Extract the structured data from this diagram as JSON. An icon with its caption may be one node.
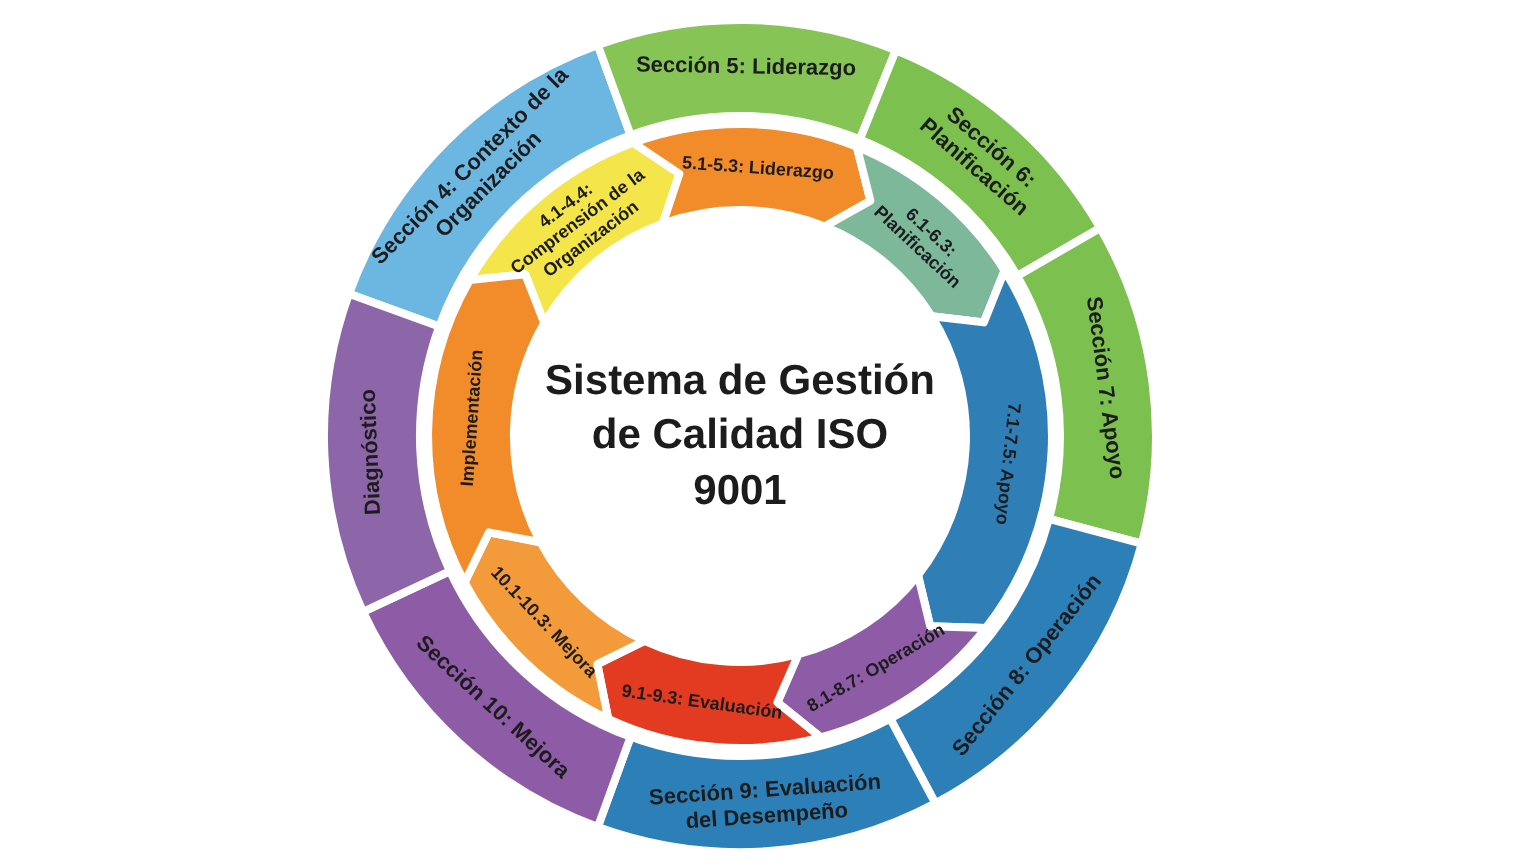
{
  "diagram": {
    "nodes": [
      {
        "text": [
          "Sección 4: Contexto de la Organización"
        ]
      },
      {
        "text": [
          "Sección 5: Liderazgo"
        ]
      },
      {
        "text": [
          "Sección 6: Planificación"
        ]
      },
      {
        "text": [
          "Sección 7: Apoyo"
        ]
      },
      {
        "text": [
          "Sección 8: Operación"
        ]
      },
      {
        "text": [
          "Sección 9: Evaluación del Desempeño"
        ]
      },
      {
        "text": [
          "Sección 10: Mejora"
        ]
      },
      {
        "text": [
          "Diagnóstico"
        ]
      },
      {
        "text": [
          "4.1-4.4: Comprensión de la Organización"
        ]
      },
      {
        "text": [
          "5.1-5.3: Liderazgo"
        ]
      },
      {
        "text": [
          "6.1-6.3: Planificación"
        ]
      },
      {
        "text": [
          "7.1-7.5: Apoyo"
        ]
      },
      {
        "text": [
          "8.1-8.7: Operación"
        ]
      },
      {
        "text": [
          "9.1-9.3: Evaluación"
        ]
      },
      {
        "text": [
          "10.1-10.3: Mejora"
        ]
      },
      {
        "text": [
          "Implementación"
        ]
      },
      {
        "text": [
          "Sistema de Gestión de Calidad ISO 9001"
        ]
      }
    ]
  }
}
